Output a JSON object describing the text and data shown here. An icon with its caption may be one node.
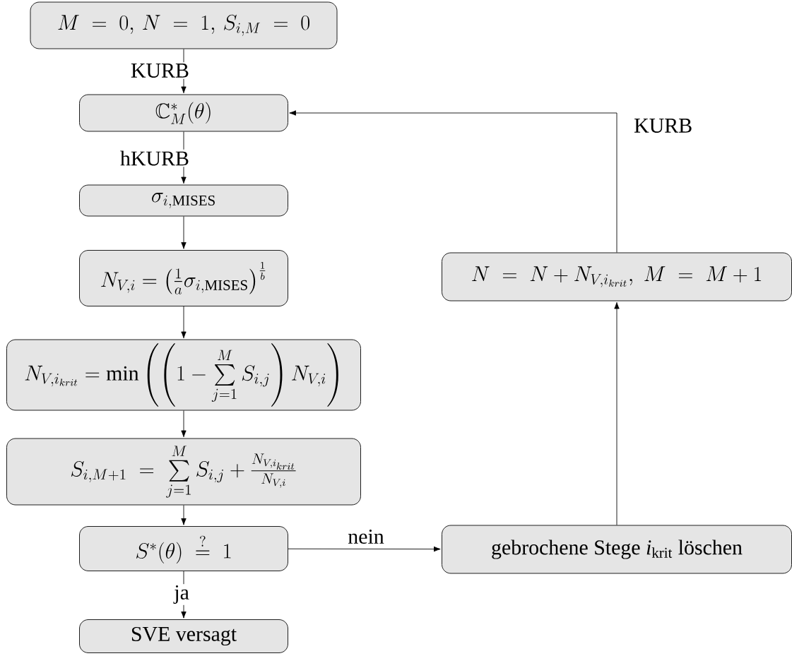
{
  "diagram": {
    "nodes": [
      {
        "text": [
          "M \\;=\\; 0,\\, N \\;=\\; 1,\\, S_{i,M} \\;=\\; 0"
        ]
      },
      {
        "text": [
          "\\mathbb{C}^{*}_{M}(\\theta)"
        ]
      },
      {
        "text": [
          "\\sigma_{i,\\mathrm{M{\\scriptstyle ISES}}}"
        ]
      },
      {
        "text": [
          "N_{V,i} = \\left(\\frac{1}{a}\\sigma_{i,\\mathrm{M{\\scriptstyle ISES}}}\\right)^{\\frac{1}{b}}"
        ]
      },
      {
        "text": [
          "N_{V,i_{krit}} = \\min\\left(\\left(1-\\sum\\limits_{j=1}^{M} S_{i,j}\\right) N_{V,i}\\right)"
        ]
      },
      {
        "text": [
          "S_{i,M+1} \\;=\\; \\sum\\limits_{j=1}^{M} S_{i,j} + \\frac{N_{V,i_{krit}}}{N_{V,i}}"
        ]
      },
      {
        "text": [
          "S^{*}(\\theta) \\;\\stackrel{?}{=}\\; 1"
        ]
      },
      {
        "text": [
          "SVE versagt"
        ]
      },
      {
        "text": [
          "gebrochene Stege *i*$_{krit}$ löschen"
        ]
      },
      {
        "text": [
          "N \\;=\\; N + N_{V,i_{krit}},\\; M \\;=\\; M+1"
        ]
      }
    ],
    "edges": [
      {
        "from": 0,
        "to": 1,
        "arrow": "to",
        "label": "KURB"
      },
      {
        "from": 1,
        "to": 2,
        "arrow": "to",
        "label": "hKURB"
      },
      {
        "from": 2,
        "to": 3,
        "arrow": "to"
      },
      {
        "from": 3,
        "to": 4,
        "arrow": "to"
      },
      {
        "from": 4,
        "to": 5,
        "arrow": "to"
      },
      {
        "from": 5,
        "to": 6,
        "arrow": "to"
      },
      {
        "from": 6,
        "to": 7,
        "arrow": "to",
        "label": "ja"
      },
      {
        "from": 6,
        "to": 8,
        "arrow": "to",
        "label": "nein"
      },
      {
        "from": 8,
        "to": 9,
        "arrow": "to"
      },
      {
        "from": 9,
        "to": 1,
        "arrow": "to",
        "label": "KURB"
      }
    ]
  }
}
